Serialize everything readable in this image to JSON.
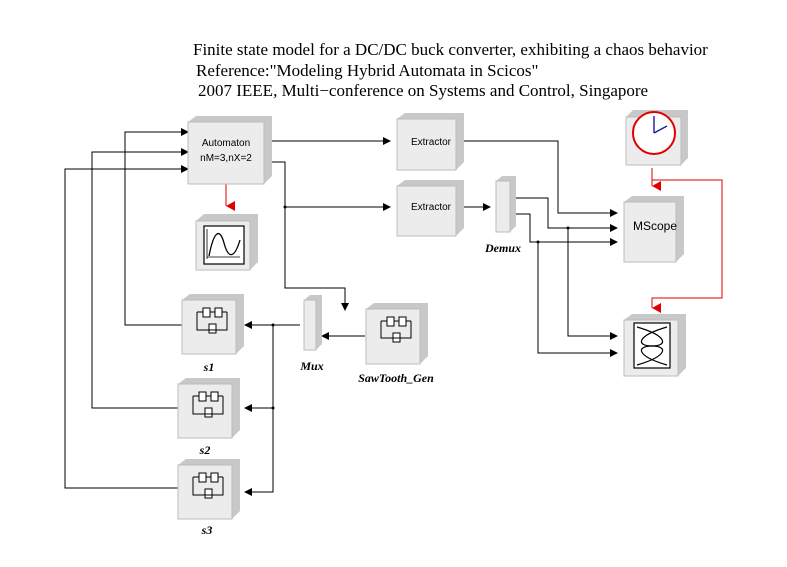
{
  "title": {
    "line1": "Finite state model for a DC/DC buck converter, exhibiting a chaos behavior",
    "line2": "Reference:\"Modeling Hybrid Automata in Scicos\"",
    "line3": "2007 IEEE, Multi−conference on Systems and Control, Singapore"
  },
  "blocks": {
    "automaton": {
      "line1": "Automaton",
      "line2": "nM=3,nX=2"
    },
    "extractor1": {
      "label": "Extractor"
    },
    "extractor2": {
      "label": "Extractor"
    },
    "mscope": {
      "label": "MScope"
    },
    "demux": {
      "caption": "Demux"
    },
    "mux": {
      "caption": "Mux"
    },
    "sawtooth": {
      "caption": "SawTooth_Gen"
    },
    "s1": {
      "caption": "s1"
    },
    "s2": {
      "caption": "s2"
    },
    "s3": {
      "caption": "s3"
    }
  },
  "colors": {
    "activation_link": "#e00000",
    "regular_link": "#000000",
    "block_shadow": "#c8c8c8",
    "block_face": "#ececec"
  }
}
